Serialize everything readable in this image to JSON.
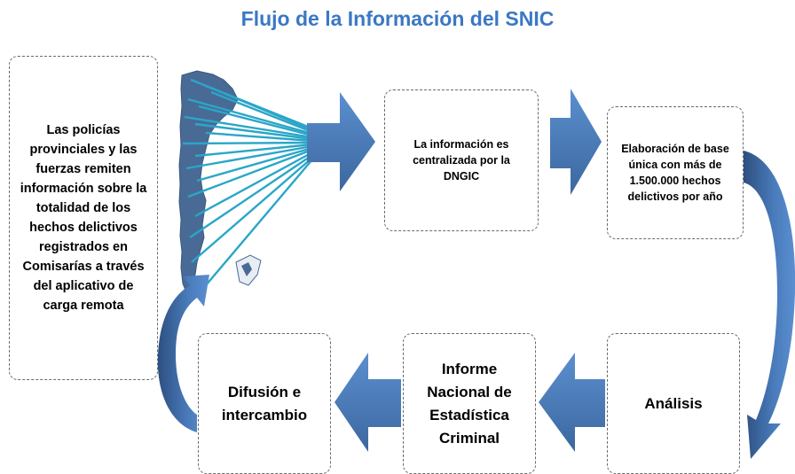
{
  "title": "Flujo de la Información del SNIC",
  "boxes": {
    "policias": "Las policías provinciales y las fuerzas remiten información sobre la totalidad de los hechos delictivos registrados en Comisarías a través del aplicativo de carga remota",
    "centralizada": "La información es centralizada por la DNGIC",
    "base": "Elaboración de base única con más de 1.500.000 hechos delictivos por año",
    "analisis": "Análisis",
    "informe": "Informe Nacional de Estadística Criminal",
    "difusion": "Difusión e intercambio"
  },
  "colors": {
    "title": "#3b78c4",
    "arrow": "#4f81bd",
    "arrow_dark": "#2c4f7c",
    "map": "#4a6a96",
    "lines": "#2aa6c8"
  }
}
